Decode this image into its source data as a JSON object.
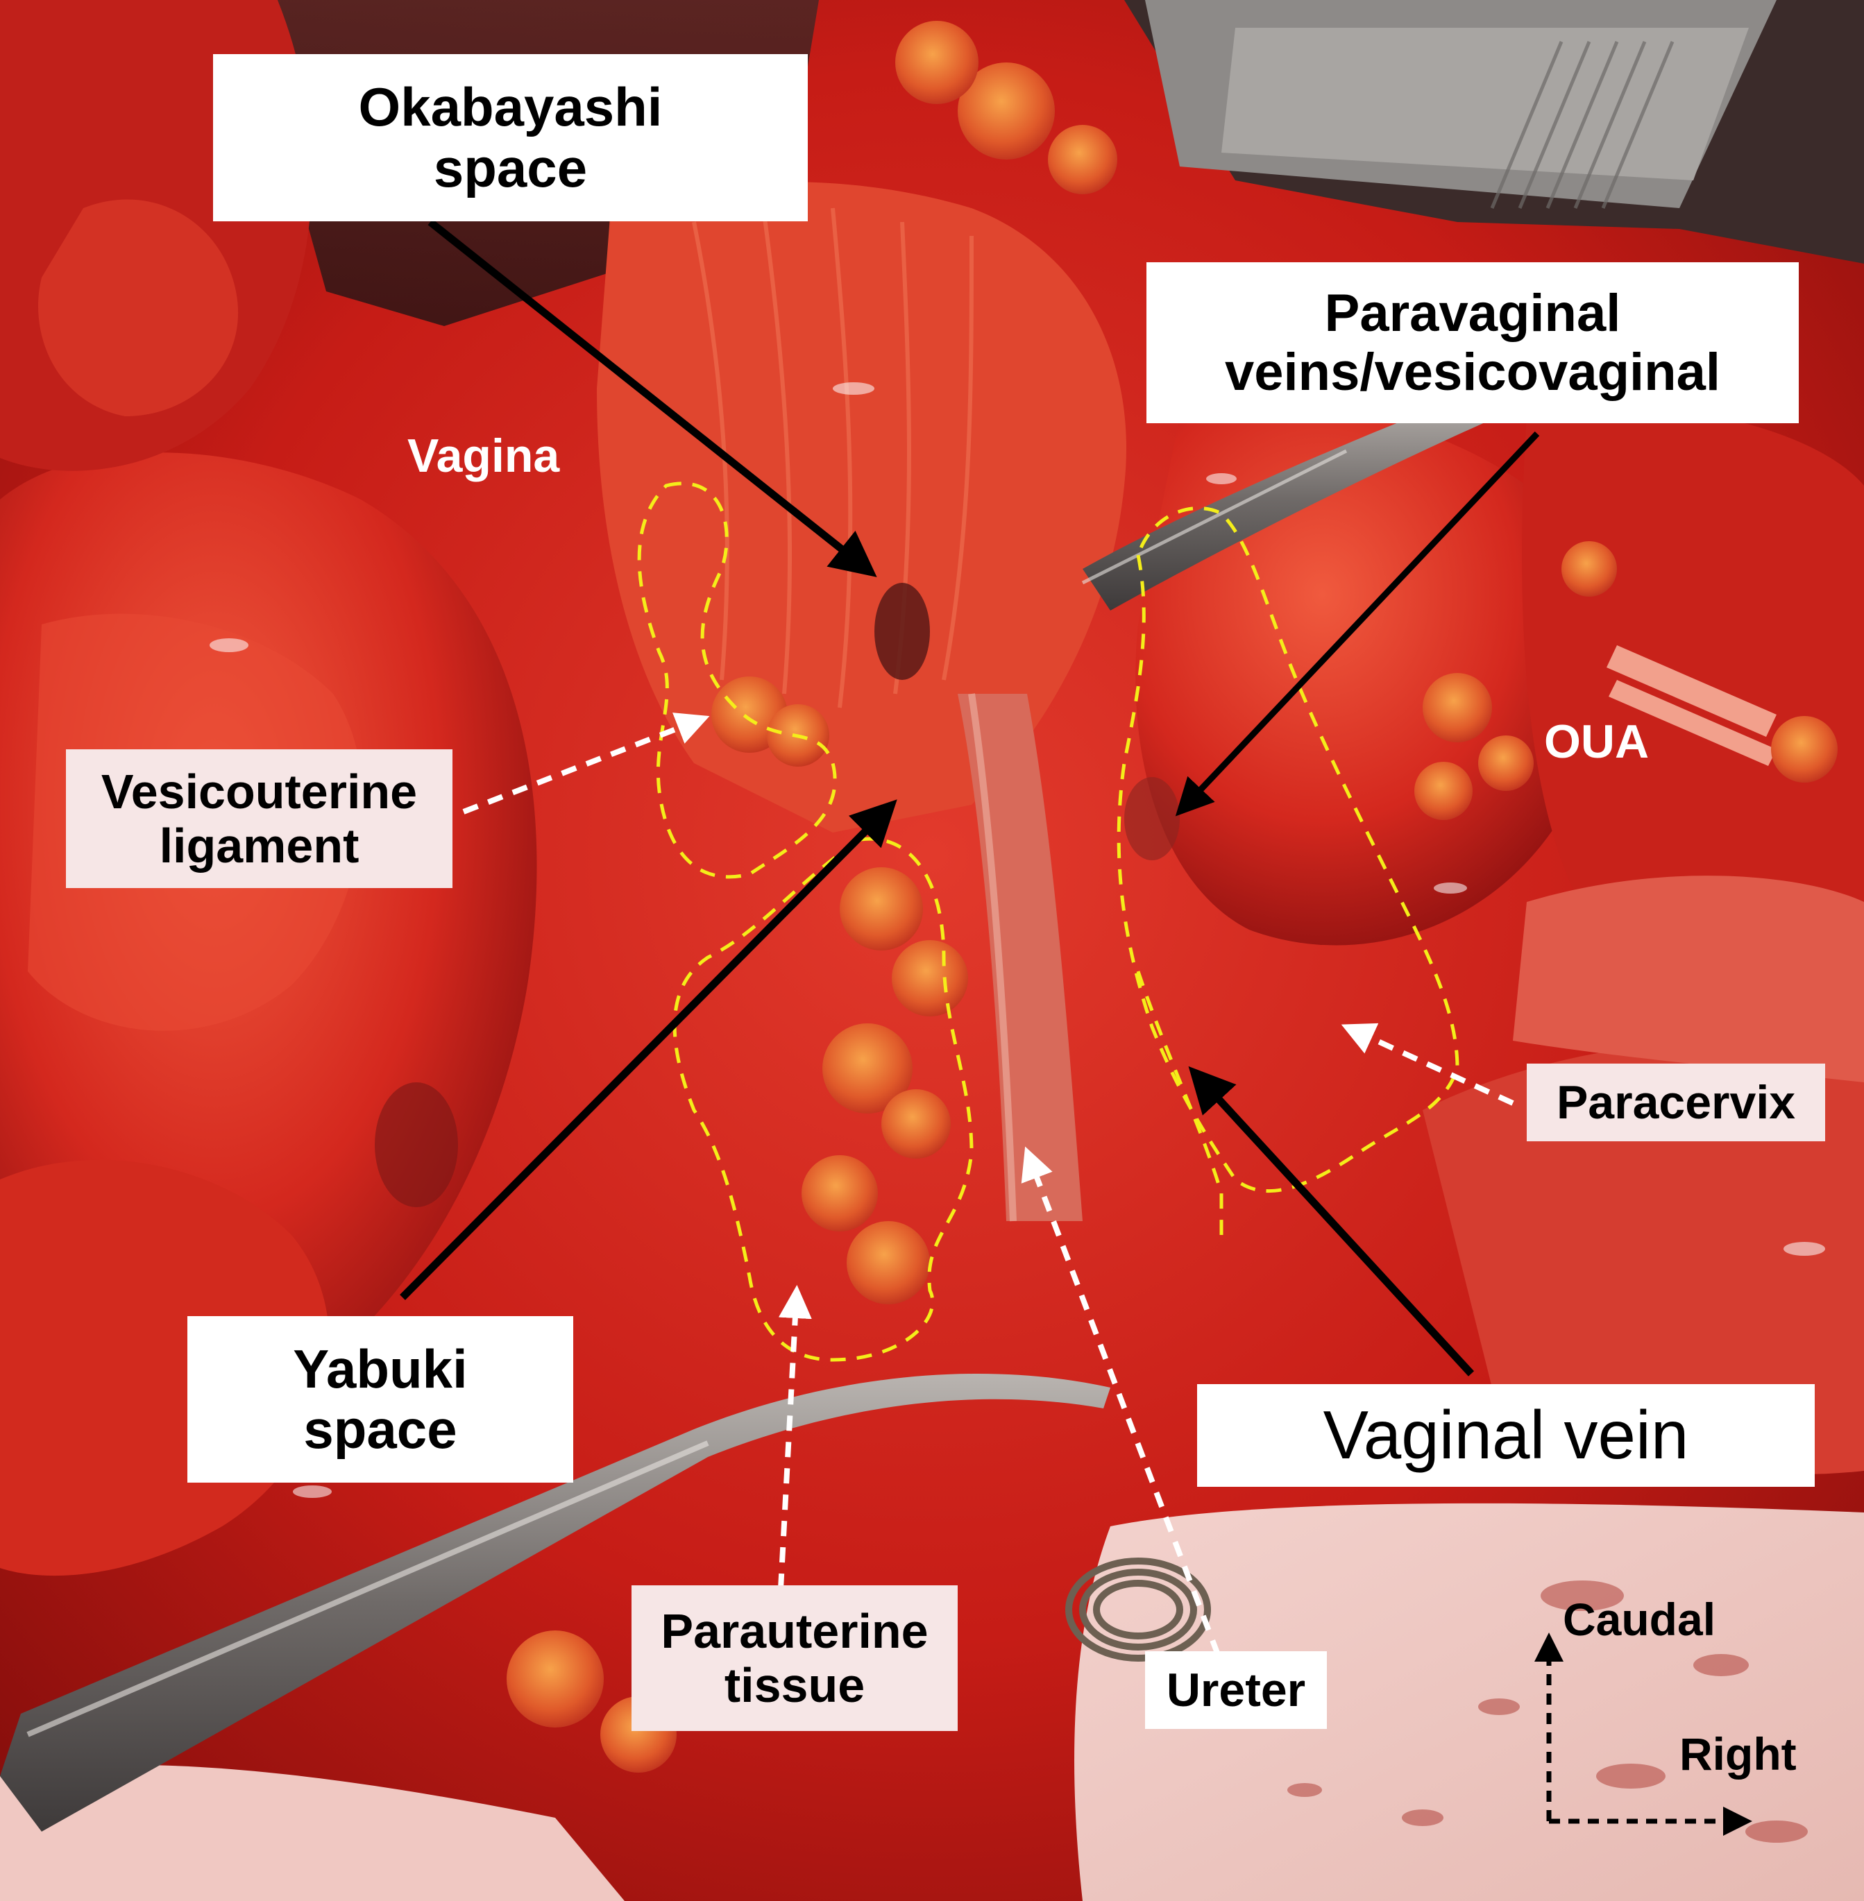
{
  "labels": {
    "okabayashi": "Okabayashi\nspace",
    "paravaginal": "Paravaginal\nveins/vesicovaginal",
    "vagina": "Vagina",
    "vesicouterine": "Vesicouterine\nligament",
    "oua": "OUA",
    "paracervix": "Paracervix",
    "yabuki": "Yabuki\nspace",
    "vaginal_vein": "Vaginal vein",
    "parauterine": "Parauterine\ntissue",
    "ureter": "Ureter",
    "caudal": "Caudal",
    "right": "Right"
  },
  "colors": {
    "tissue": "#d8241c",
    "outline": "#f4ee1a",
    "arrow_solid": "#000000",
    "arrow_dashed": "#ffffff"
  }
}
